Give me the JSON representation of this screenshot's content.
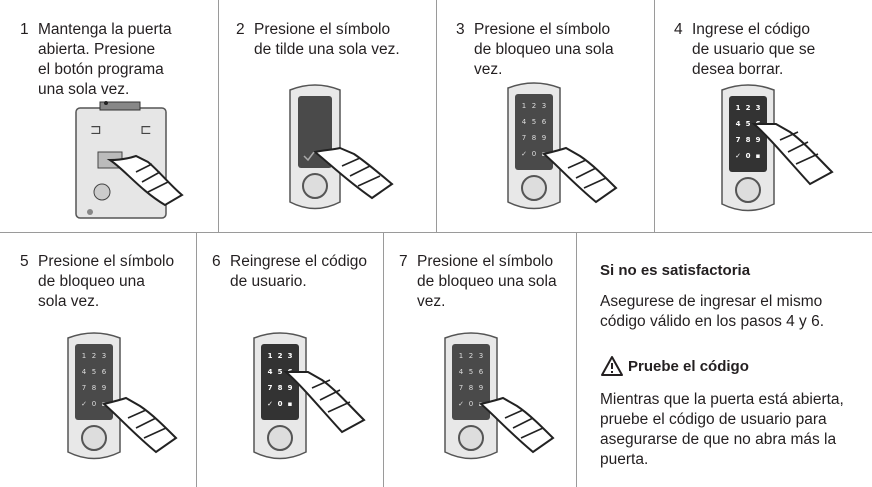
{
  "steps": [
    {
      "number": "1",
      "text": "Mantenga la puerta\nabierta. Presione\nel botón programa\nuna sola vez."
    },
    {
      "number": "2",
      "text": "Presione el símbolo\nde tilde una sola vez."
    },
    {
      "number": "3",
      "text": "Presione el símbolo\nde bloqueo una sola\nvez."
    },
    {
      "number": "4",
      "text": "Ingrese el código\nde usuario que se\ndesea borrar."
    },
    {
      "number": "5",
      "text": "Presione el símbolo\nde bloqueo una\nsola vez."
    },
    {
      "number": "6",
      "text": "Reingrese el código\nde usuario."
    },
    {
      "number": "7",
      "text": "Presione el símbolo\nde bloqueo una sola\nvez."
    }
  ],
  "keypad": [
    "1",
    "2",
    "3",
    "4",
    "5",
    "6",
    "7",
    "8",
    "9",
    "✓",
    "0",
    "🔒"
  ],
  "sidebar": {
    "title": "Si no es satisfactoria",
    "para1": "Asegurese de ingresar el mismo\ncódigo válido en los pasos 4 y 6.",
    "warning_title": "Pruebe el código",
    "warning_icon": "warning-triangle-icon",
    "para2": "Mientras que la puerta está abierta,\npruebe el código de usuario para\nasegurarse de que no abra más la\npuerta."
  }
}
